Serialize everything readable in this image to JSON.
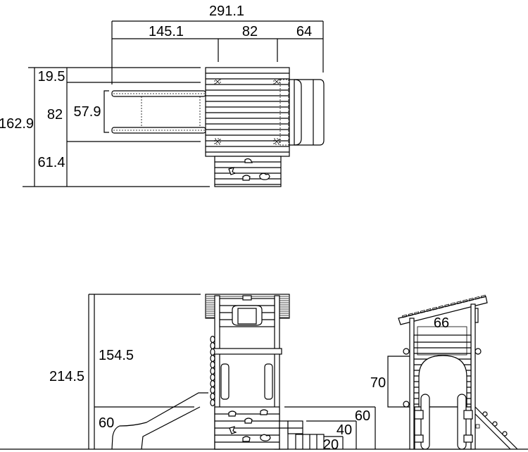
{
  "top_view": {
    "overall_length": "291.1",
    "slide_length": "145.1",
    "deck_width": "82",
    "platform_width": "64",
    "overall_depth": "162.9",
    "front_gap": "19.5",
    "deck_depth": "82",
    "slide_width": "57.9",
    "stair_depth": "61.4"
  },
  "front_view": {
    "total_height": "214.5",
    "tower_height": "154.5",
    "deck_height": "60",
    "step_height_1": "60",
    "step_height_2": "40",
    "step_height_3": "20"
  },
  "side_view": {
    "door_width": "66",
    "door_height": "70"
  }
}
